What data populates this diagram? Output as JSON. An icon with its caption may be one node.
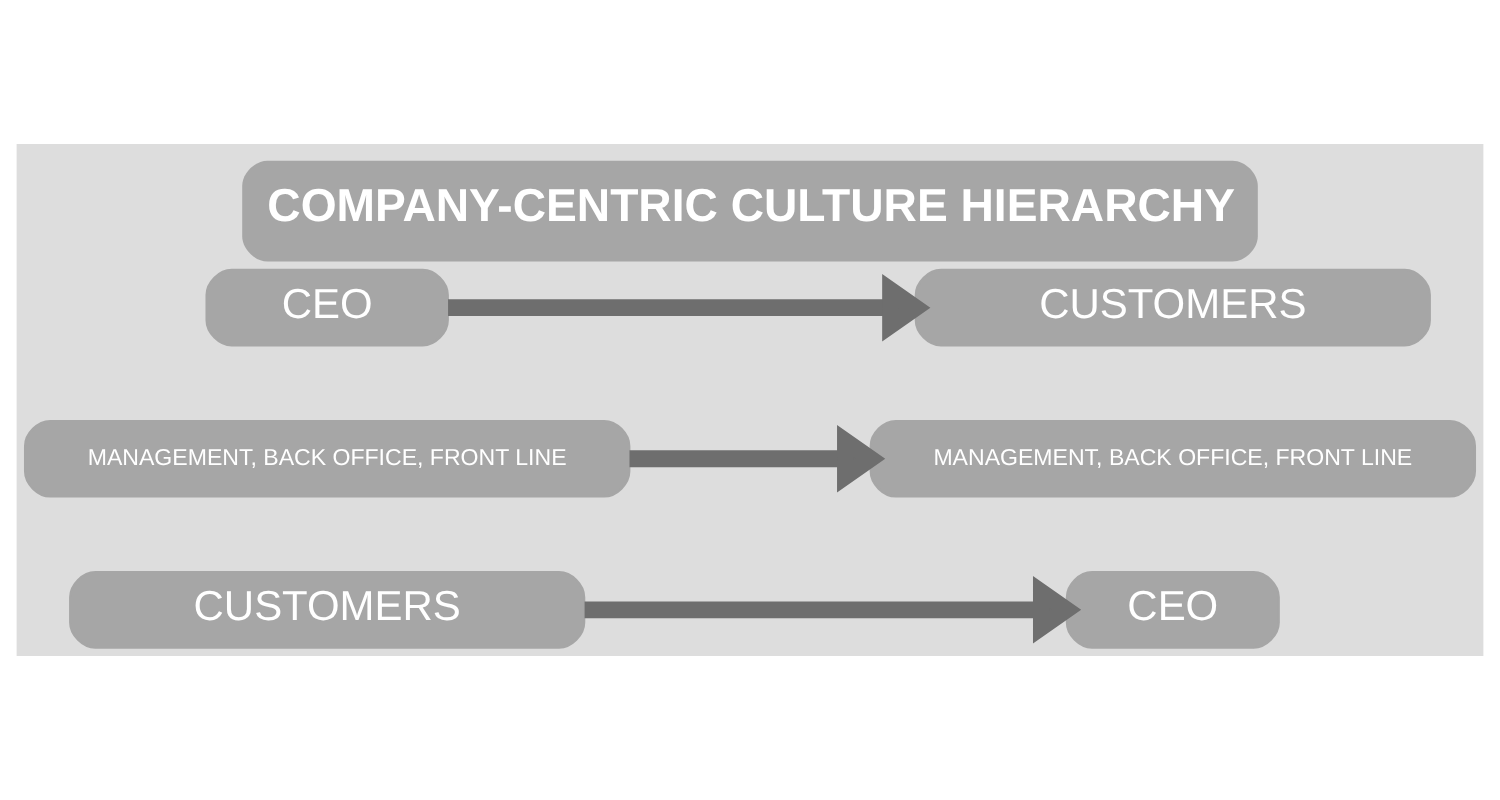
{
  "diagram": {
    "title": "COMPANY-CENTRIC CULTURE HIERARCHY",
    "nodes": [
      {
        "text": [
          "CEO"
        ]
      },
      {
        "text": [
          "MANAGEMENT, BACK OFFICE, FRONT LINE"
        ]
      },
      {
        "text": [
          "CUSTOMERS"
        ]
      },
      {
        "text": [
          "CUSTOMERS"
        ]
      },
      {
        "text": [
          "MANAGEMENT, BACK OFFICE, FRONT LINE"
        ]
      },
      {
        "text": [
          "CEO"
        ]
      }
    ],
    "edges": [
      {
        "from": 0,
        "to": 3,
        "arrow": "to"
      },
      {
        "from": 1,
        "to": 4,
        "arrow": "to"
      },
      {
        "from": 2,
        "to": 5,
        "arrow": "to"
      }
    ]
  }
}
